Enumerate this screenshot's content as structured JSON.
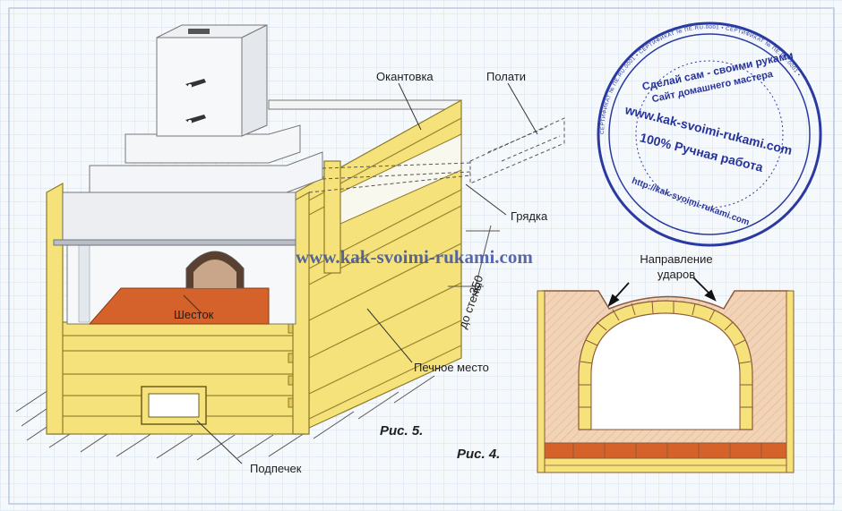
{
  "labels": {
    "okantovka": "Окантовка",
    "polati": "Полати",
    "gryadka": "Грядка",
    "dimension": "350",
    "dimension_note": "до стены",
    "shestok": "Шесток",
    "pechnoe_mesto": "Печное место",
    "podpechek": "Подпечек",
    "napravlenie_line1": "Направление",
    "napravlenie_line2": "ударов"
  },
  "figures": {
    "fig5": "Рис. 5.",
    "fig4": "Рис. 4."
  },
  "watermark": "www.kak-svoimi-rukami.com",
  "stamp": {
    "line1": "Сделай сам - своими руками",
    "line2": "Сайт домашнего мастера",
    "line3": "www.kak-svoimi-rukami.com",
    "line4": "100% Ручная работа",
    "line5": "http://kak-svoimi-rukami.com",
    "ring_text": "СЕРТИФИКАТ № ПЕ.RU.0001 • СЕРТИФИКАТ № ПЕ.RU.0001 • СЕРТИФИКАТ № ПЕ.RU.0001 •"
  },
  "colors": {
    "wood": "#f6e27a",
    "wood_edge": "#a08a2c",
    "brick_fill": "#f2d3b6",
    "hearth": "#d4622a",
    "stamp_blue": "#2b3aa0",
    "grid": "#d3def0"
  }
}
